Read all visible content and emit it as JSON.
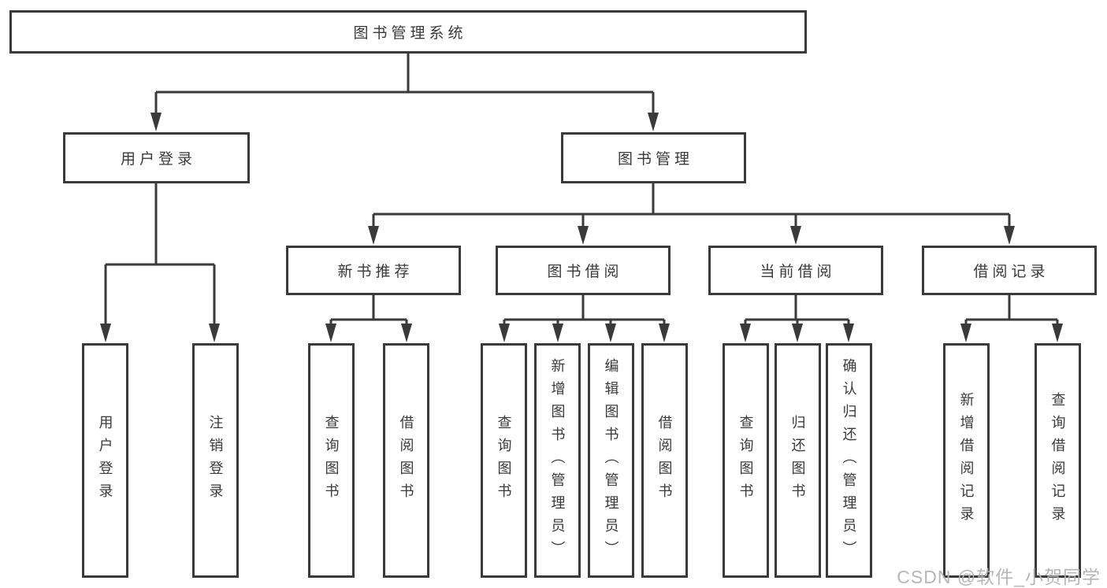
{
  "diagram": {
    "tree": {
      "label": "图书管理系统",
      "children": [
        {
          "label": "用户登录",
          "children": [
            {
              "label": "用户登录"
            },
            {
              "label": "注销登录"
            }
          ]
        },
        {
          "label": "图书管理",
          "children": [
            {
              "label": "新书推荐",
              "children": [
                {
                  "label": "查询图书"
                },
                {
                  "label": "借阅图书"
                }
              ]
            },
            {
              "label": "图书借阅",
              "children": [
                {
                  "label": "查询图书"
                },
                {
                  "label": "新增图书（管理员）"
                },
                {
                  "label": "编辑图书（管理员）"
                },
                {
                  "label": "借阅图书"
                }
              ]
            },
            {
              "label": "当前借阅",
              "children": [
                {
                  "label": "查询图书"
                },
                {
                  "label": "归还图书"
                },
                {
                  "label": "确认归还（管理员）"
                }
              ]
            },
            {
              "label": "借阅记录",
              "children": [
                {
                  "label": "新增借阅记录"
                },
                {
                  "label": "查询借阅记录"
                }
              ]
            }
          ]
        }
      ]
    },
    "colors": {
      "line": "#3a3a3a",
      "box_border": "#3a3a3a",
      "text": "#3a3a3a",
      "background": "#ffffff",
      "watermark": "#b2b2b2"
    }
  },
  "watermark": {
    "text": "CSDN @软件_小贺同学"
  }
}
